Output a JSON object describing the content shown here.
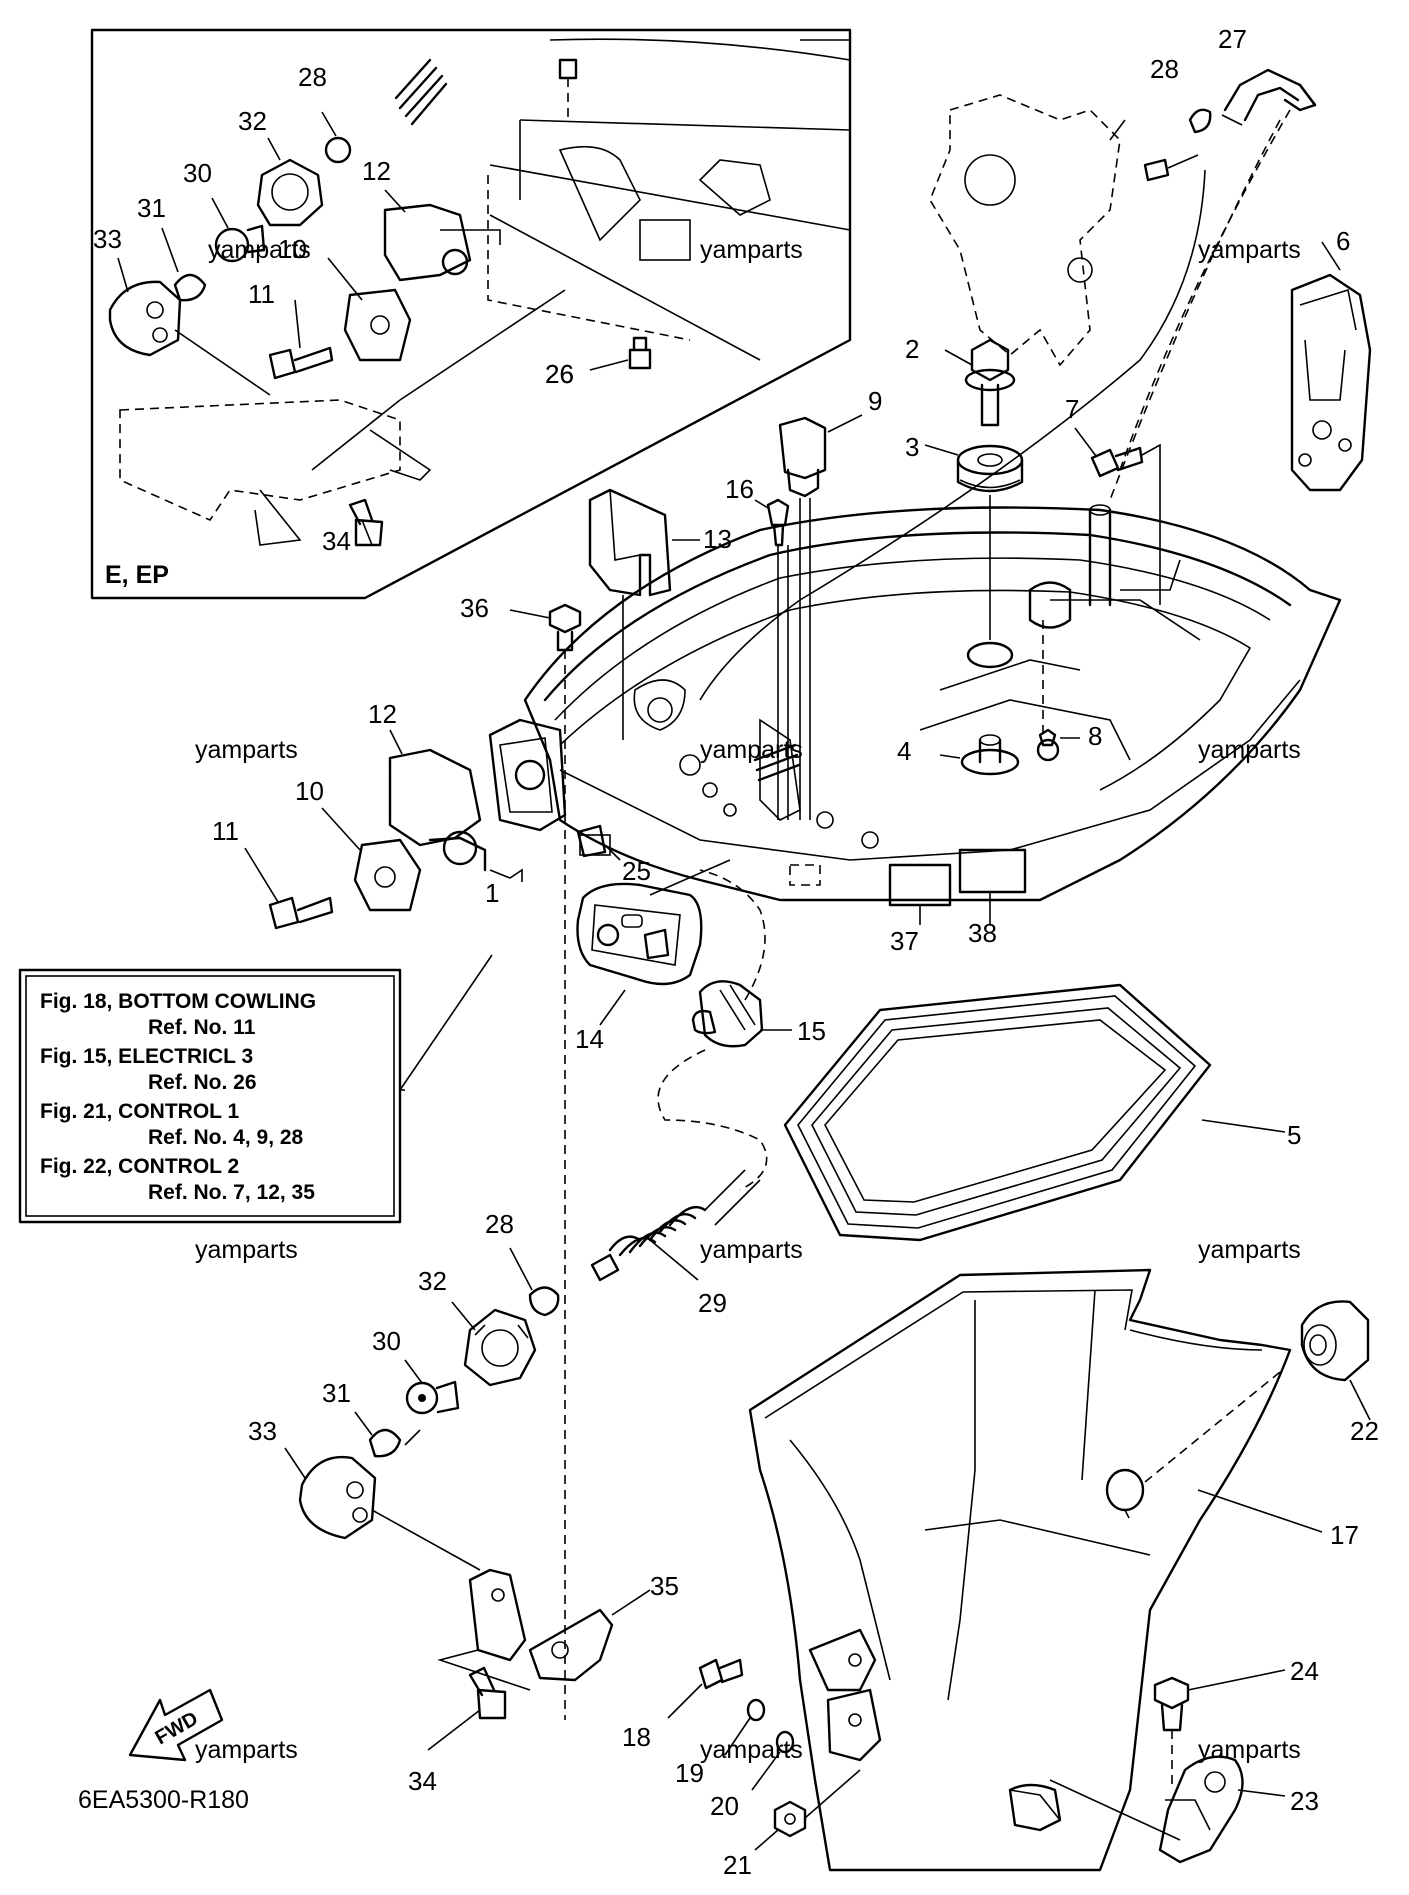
{
  "figure_code": "6EA5300-R180",
  "inset_label": "E, EP",
  "watermark": "yamparts",
  "direction_arrow": "FWD",
  "callouts": [
    "1",
    "2",
    "3",
    "4",
    "5",
    "6",
    "7",
    "8",
    "9",
    "10",
    "11",
    "12",
    "13",
    "14",
    "15",
    "16",
    "17",
    "18",
    "19",
    "20",
    "21",
    "22",
    "23",
    "24",
    "25",
    "26",
    "27",
    "28",
    "29",
    "30",
    "31",
    "32",
    "33",
    "34",
    "35",
    "36",
    "37",
    "38"
  ],
  "inset_callouts": [
    "28",
    "32",
    "30",
    "31",
    "33",
    "10",
    "11",
    "12",
    "26",
    "34"
  ],
  "reference_box": [
    {
      "fig": "Fig. 18, BOTTOM COWLING",
      "ref": "Ref. No. 11"
    },
    {
      "fig": "Fig. 15, ELECTRICL 3",
      "ref": "Ref. No. 26"
    },
    {
      "fig": "Fig. 21, CONTROL 1",
      "ref": "Ref. No. 4, 9, 28"
    },
    {
      "fig": "Fig. 22, CONTROL 2",
      "ref": "Ref. No. 7, 12, 35"
    }
  ]
}
